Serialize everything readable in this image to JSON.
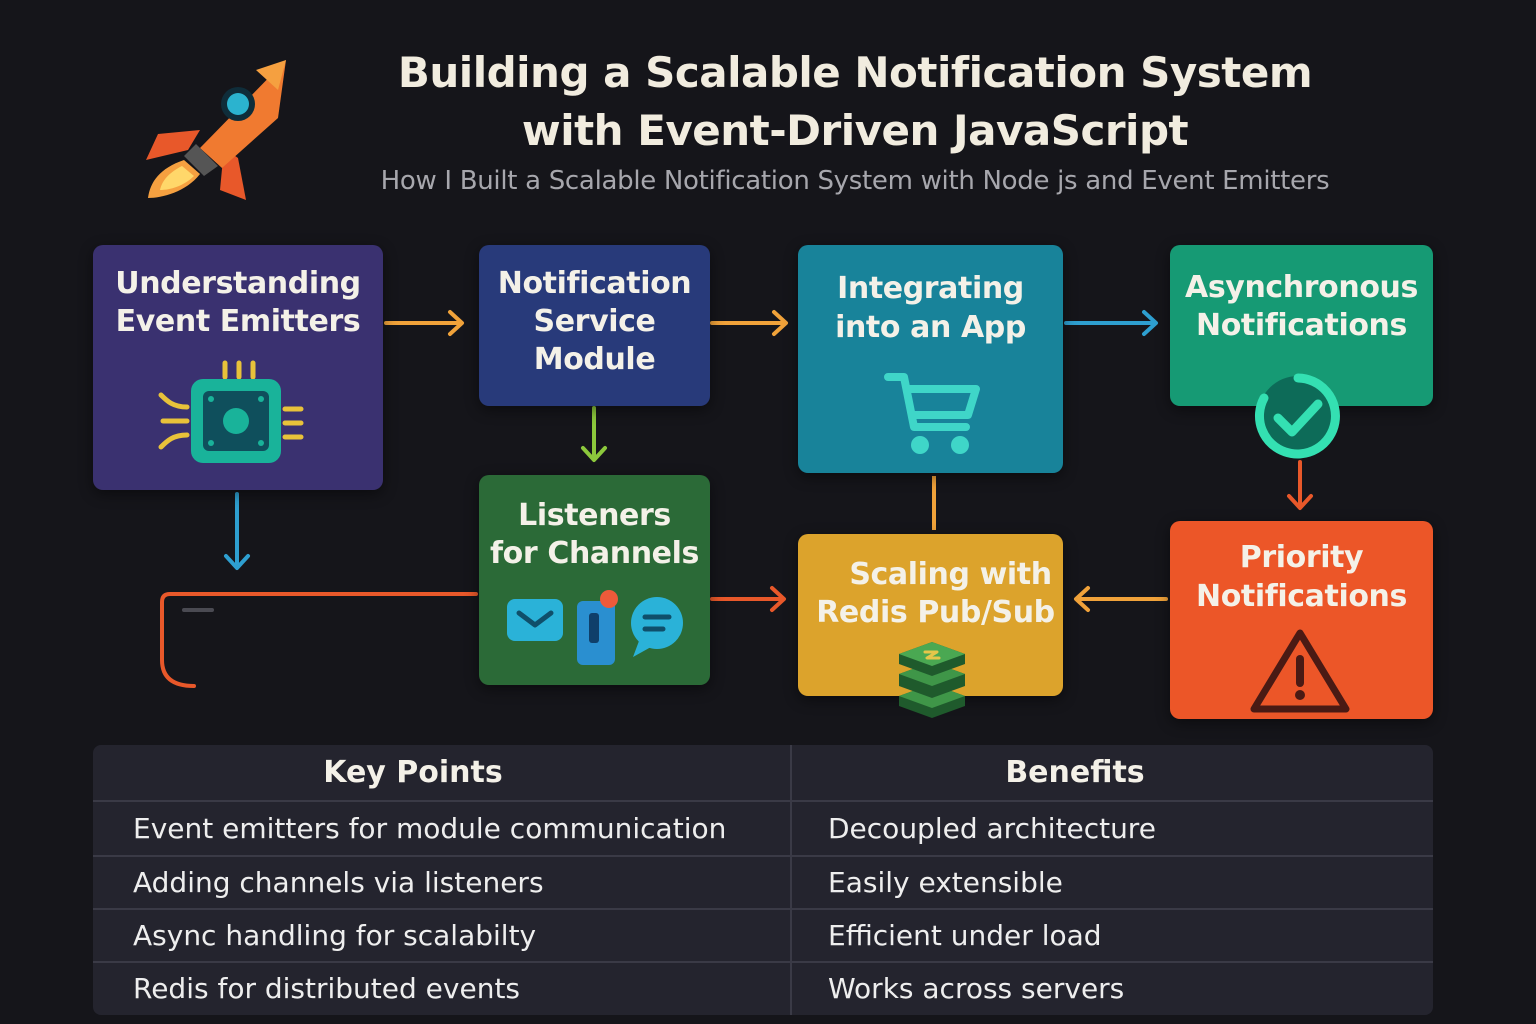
{
  "header": {
    "title_line1": "Building a Scalable Notification System",
    "title_line2": "with Event-Driven JavaScript",
    "subtitle": "How I Built a Scalable Notification System with Node js and Event Emitters"
  },
  "nodes": {
    "event_emitters": {
      "line1": "Understanding",
      "line2": "Event Emitters",
      "color": "#3a3170"
    },
    "notification_service": {
      "line1": "Notification",
      "line2": "Service",
      "line3": "Module",
      "color": "#283a7a"
    },
    "integrating": {
      "line1": "Integrating",
      "line2": "into an App",
      "color": "#18839a"
    },
    "async": {
      "line1": "Asynchronous",
      "line2": "Notifications",
      "color": "#169a74"
    },
    "listeners": {
      "line1": "Listeners",
      "line2": "for Channels",
      "color": "#2b6a37"
    },
    "redis": {
      "line1": "Scaling with",
      "line2": "Redis Pub/Sub",
      "color": "#dca32c"
    },
    "priority": {
      "line1": "Priority",
      "line2": "Notifications",
      "color": "#ec5628"
    }
  },
  "icons": {
    "rocket": "rocket-icon",
    "chip": "chip-icon",
    "cart": "shopping-cart-icon",
    "check": "check-circle-icon",
    "channels": "channels-icon",
    "stack": "redis-stack-icon",
    "warning": "warning-icon"
  },
  "table": {
    "headers": {
      "key_points": "Key Points",
      "benefits": "Benefits"
    },
    "rows": [
      {
        "key_point": "Event emitters for module communication",
        "benefit": "Decoupled architecture"
      },
      {
        "key_point": "Adding channels via listeners",
        "benefit": "Easily extensible"
      },
      {
        "key_point": "Async handling for scalabilty",
        "benefit": "Efficient under load"
      },
      {
        "key_point": "Redis for distributed events",
        "benefit": "Works across servers"
      }
    ]
  },
  "colors": {
    "background": "#15151a",
    "arrow_orange": "#f0a23a",
    "arrow_blue": "#2e9fd0",
    "arrow_green": "#8cc83c",
    "arrow_red": "#e8582a"
  }
}
